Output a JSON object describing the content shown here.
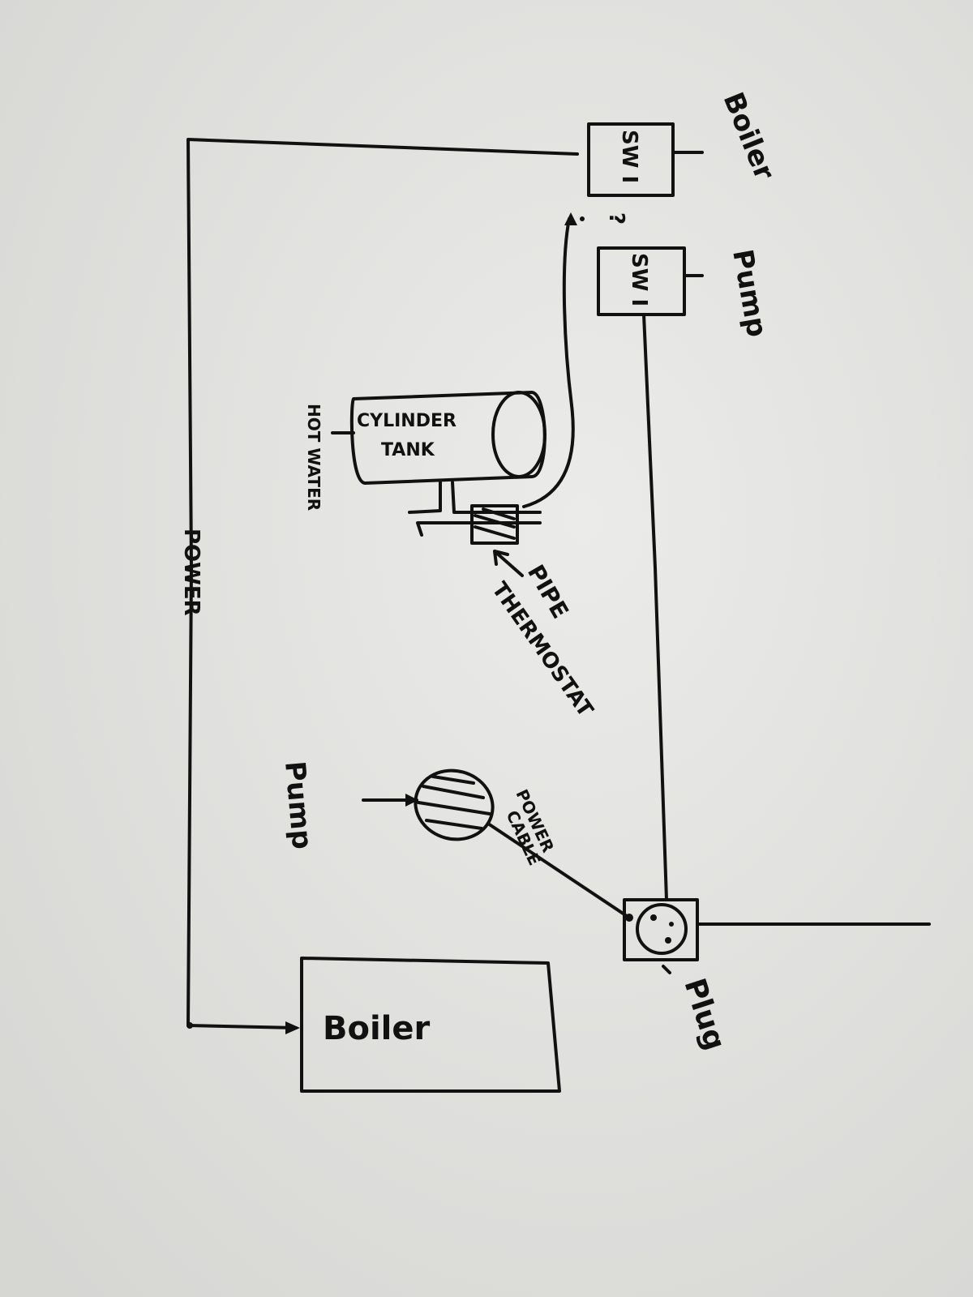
{
  "labels": {
    "boiler_switch": "Boiler",
    "switch_1": "SW I",
    "switch_2": "SW I",
    "question": "?",
    "pump_switch": "Pump",
    "cylinder_tank_line1": "CYLINDER",
    "cylinder_tank_line2": "TANK",
    "hot_water": "HOT WATER",
    "pipe_thermostat_line1": "PIPE",
    "pipe_thermostat_line2": "THERMOSTAT",
    "power": "POWER",
    "pump": "Pump",
    "power_cable_line1": "POWER",
    "power_cable_line2": "CABLE",
    "plug": "Plug",
    "boiler": "Boiler"
  }
}
